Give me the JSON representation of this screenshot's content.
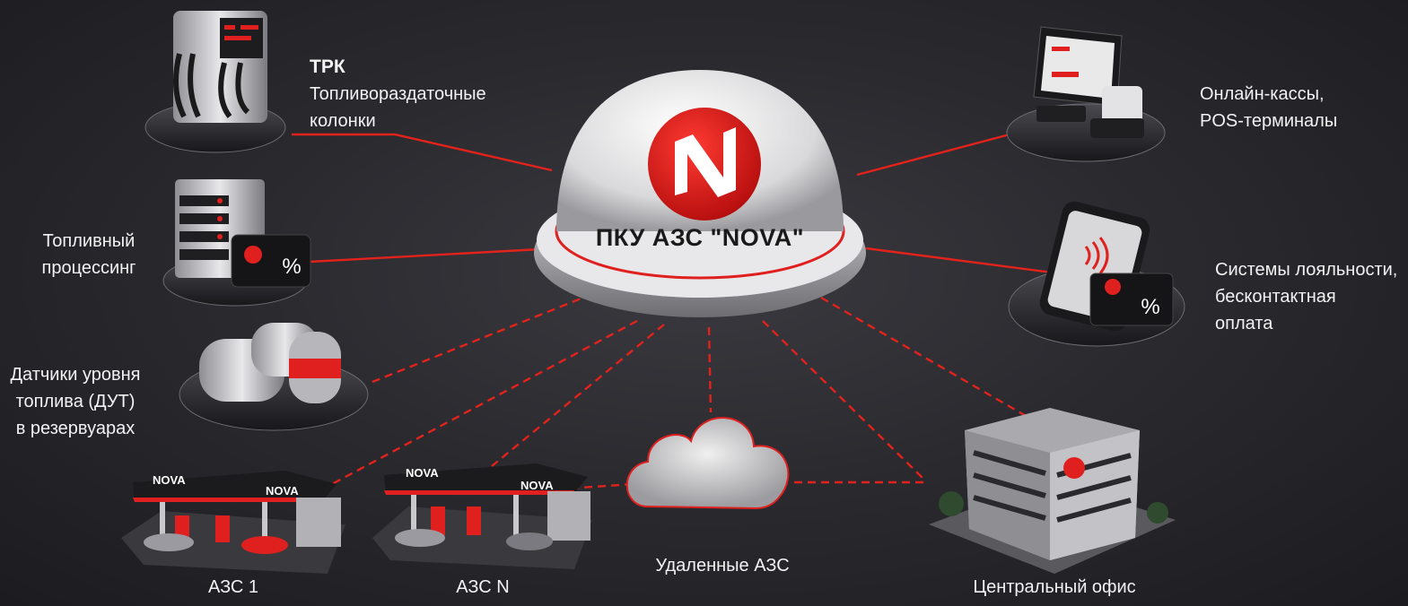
{
  "hub": {
    "title": "ПКУ АЗС \"NOVA\""
  },
  "nodes": {
    "trk": {
      "title": "ТРК",
      "line1": "Топливораздаточные",
      "line2": "колонки"
    },
    "processing": {
      "line1": "Топливный",
      "line2": "процессинг"
    },
    "sensors": {
      "line1": "Датчики уровня",
      "line2": "топлива (ДУТ)",
      "line3": "в резервуарах"
    },
    "pos": {
      "line1": "Онлайн-кассы,",
      "line2": "POS-терминалы"
    },
    "loyalty": {
      "line1": "Системы лояльности,",
      "line2": "бесконтактная",
      "line3": "оплата"
    },
    "station1": {
      "label": "АЗС 1"
    },
    "stationN": {
      "label": "АЗС N"
    },
    "cloud": {
      "label": "Удаленные АЗС"
    },
    "office": {
      "label": "Центральный офис"
    }
  },
  "brand": {
    "canopy": "NOVA",
    "card_symbol": "%"
  },
  "colors": {
    "accent": "#e0201f",
    "line": "#e3221c",
    "background": "#2a2a2f"
  },
  "icons": [
    "fuel-dispenser-icon",
    "server-rack-icon",
    "fuel-tank-icon",
    "pos-terminal-icon",
    "smartphone-nfc-icon",
    "gas-station-icon",
    "cloud-icon",
    "office-building-icon",
    "nova-logo-icon"
  ]
}
